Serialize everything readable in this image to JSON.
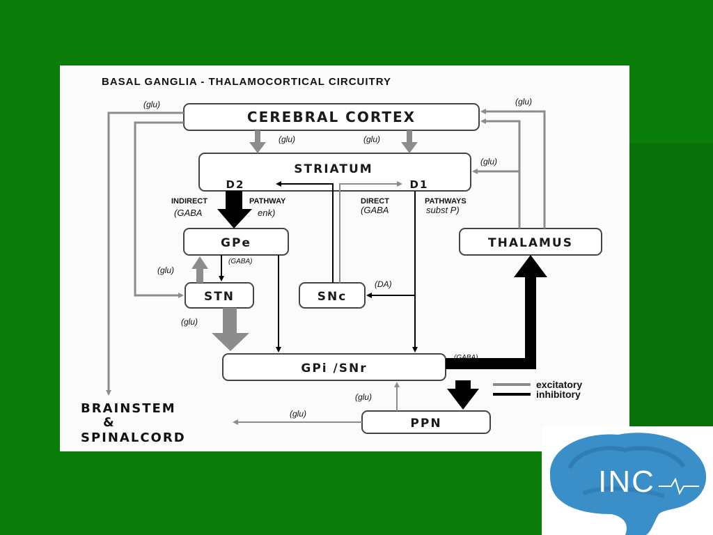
{
  "diagram": {
    "title": "BASAL GANGLIA - THALAMOCORTICAL CIRCUITRY",
    "boxes": {
      "cortex": "CEREBRAL CORTEX",
      "striatum": "STRIATUM",
      "d2": "D2",
      "d1": "D1",
      "gpe": "GPe",
      "stn": "STN",
      "snc": "SNc",
      "gpi": "GPi /SNr",
      "thalamus": "THALAMUS",
      "ppn": "PPN",
      "brainstem_line1": "BRAINSTEM",
      "brainstem_line2": "&",
      "brainstem_line3": "SPINALCORD"
    },
    "labels": {
      "glu_cortex_left": "(glu)",
      "glu_cortex_right": "(glu)",
      "glu_down_left": "(glu)",
      "glu_down_right": "(glu)",
      "glu_thal_striatum": "(glu)",
      "indirect": "INDIRECT",
      "pathway": "PATHWAY",
      "gaba_indirect": "(GABA",
      "enk": "enk)",
      "direct": "DIRECT",
      "pathways": "PATHWAYS",
      "gaba_direct": "(GABA",
      "subst_p": "subst P)",
      "gaba_gpe_stn": "(GABA)",
      "glu_stn_gpe": "(glu)",
      "da": "(DA)",
      "glu_stn_gpi": "(glu)",
      "gaba_gpi_thal": "(GABA)",
      "glu_ppn_gpi": "(glu)",
      "glu_ppn_brainstem": "(glu)"
    },
    "legend": {
      "excitatory": "excitatory",
      "inhibitory": "inhibitory"
    },
    "colors": {
      "excitatory": "#8c8c8c",
      "inhibitory": "#000000",
      "slide_background": "#0b7d0b"
    }
  },
  "logo": {
    "text": "INC",
    "icon": "brain-logo-icon",
    "color": "#3a8fc8"
  }
}
